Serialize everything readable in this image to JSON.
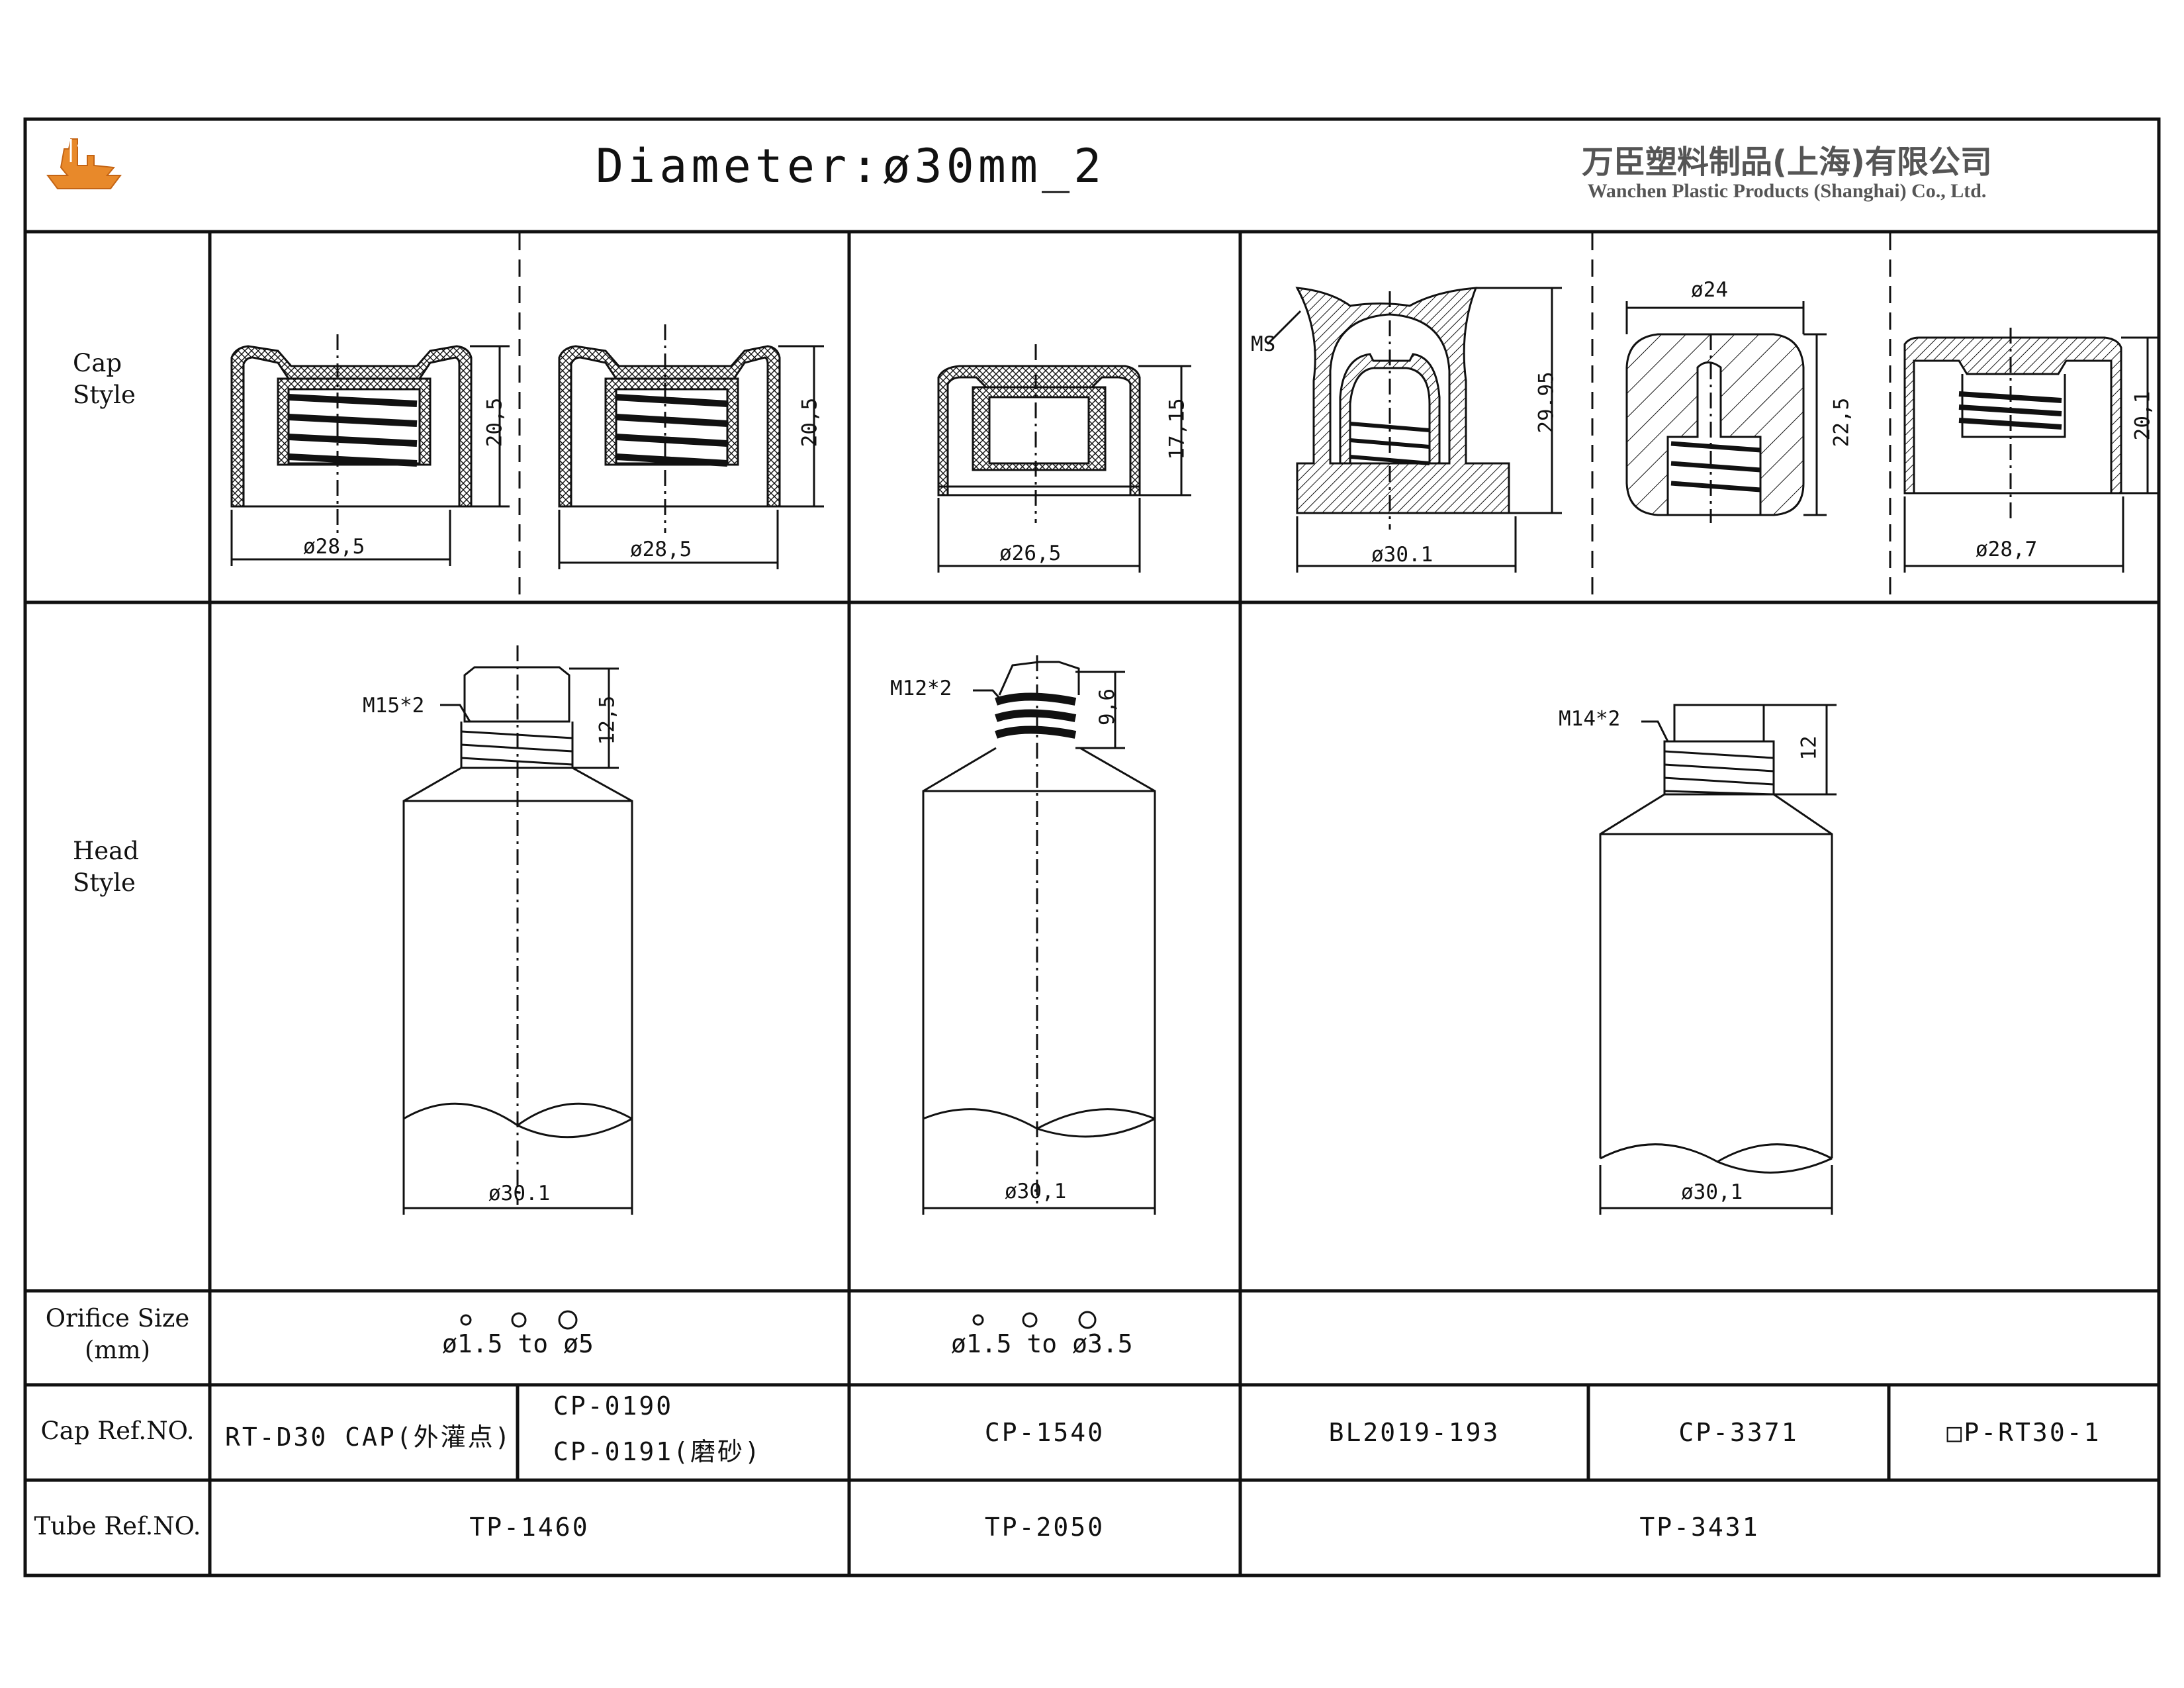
{
  "header": {
    "title": "Diameter:ø30mm_2",
    "company_cn": "万臣塑料制品(上海)有限公司",
    "company_en": "Wanchen Plastic Products (Shanghai) Co., Ltd."
  },
  "rows": {
    "cap_style": [
      "Cap",
      "Style"
    ],
    "head_style": [
      "Head",
      "Style"
    ],
    "orifice": [
      "Orifice Size",
      "(mm)"
    ],
    "cap_ref": "Cap Ref.NO.",
    "tube_ref": "Tube Ref.NO."
  },
  "caps": {
    "cap1": {
      "height": "20,5",
      "diameter": "ø28,5"
    },
    "cap2": {
      "height": "20,5",
      "diameter": "ø28,5"
    },
    "cap3": {
      "height": "17,15",
      "diameter": "ø26,5"
    },
    "cap4": {
      "height": "29.95",
      "diameter": "ø30.1",
      "ms": "MS"
    },
    "cap5": {
      "height": "22,5",
      "diameter_top": "ø24"
    },
    "cap6": {
      "height": "20,1",
      "diameter": "ø28,7"
    }
  },
  "heads": {
    "head1": {
      "thread": "M15*2",
      "height": "12,5",
      "diameter": "ø30.1"
    },
    "head2": {
      "thread": "M12*2",
      "height": "9,6",
      "diameter": "ø30,1"
    },
    "head3": {
      "thread": "M14*2",
      "height": "12",
      "diameter": "ø30,1"
    }
  },
  "orifice": {
    "group1": {
      "from": "ø1.5",
      "to_word": "to",
      "to": "ø5"
    },
    "group2": {
      "from": "ø1.5",
      "to_word": "to",
      "to": "ø3.5"
    }
  },
  "cap_refs": {
    "c1": "RT-D30 CAP(外灌点)",
    "c2a": "CP-0190",
    "c2b": "CP-0191(磨砂)",
    "c3": "CP-1540",
    "c4": "BL2019-193",
    "c5": "CP-3371",
    "c6": "□P-RT30-1"
  },
  "tube_refs": {
    "t1": "TP-1460",
    "t2": "TP-2050",
    "t3": "TP-3431"
  },
  "colors": {
    "logo": "#e8892a",
    "line": "#111111"
  }
}
